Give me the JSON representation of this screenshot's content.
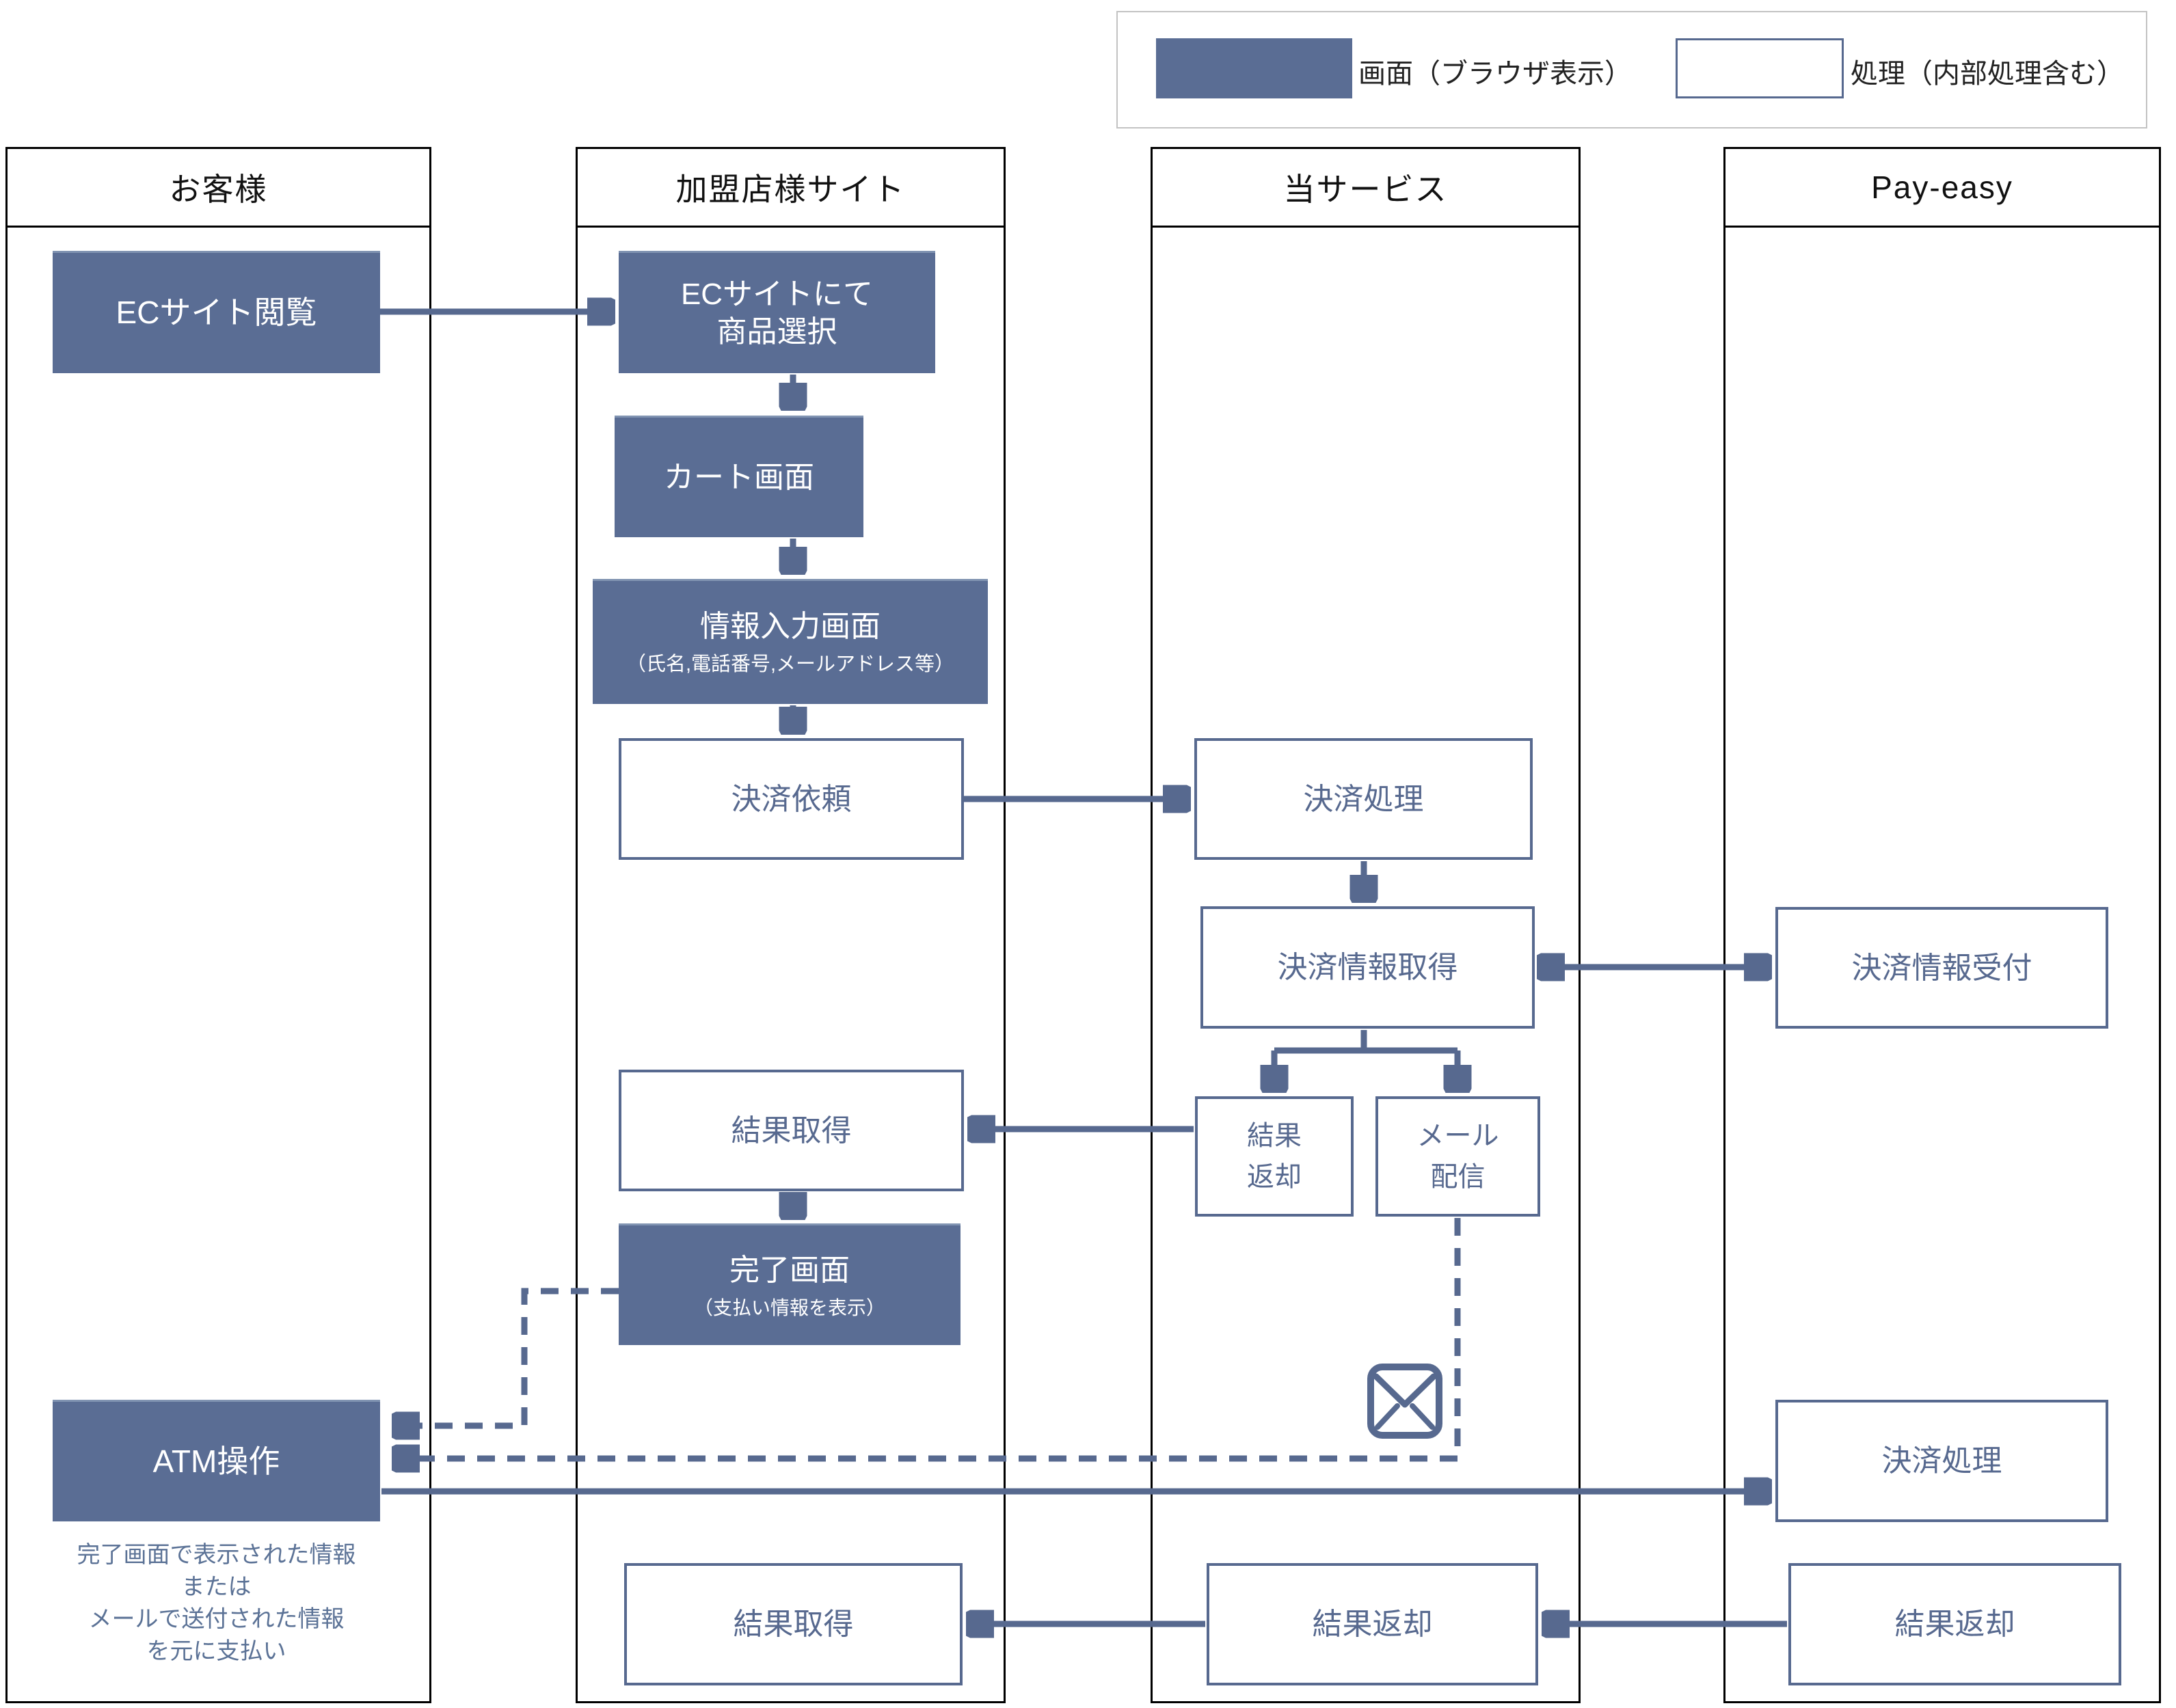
{
  "legend": {
    "screen_label": "画面（ブラウザ表示）",
    "process_label": "処理（内部処理含む）"
  },
  "lanes": {
    "customer": "お客様",
    "merchant": "加盟店様サイト",
    "service": "当サービス",
    "payeasy": "Pay-easy"
  },
  "boxes": {
    "ec_browse": {
      "label": "ECサイト閲覧"
    },
    "ec_select": {
      "line1": "ECサイトにて",
      "line2": "商品選択"
    },
    "cart": {
      "label": "カート画面"
    },
    "info_input": {
      "title": "情報入力画面",
      "subtitle": "（氏名,電話番号,メールアドレス等）"
    },
    "pay_request": {
      "label": "決済依頼"
    },
    "pay_process_svc": {
      "label": "決済処理"
    },
    "pay_info_get": {
      "label": "決済情報取得"
    },
    "pay_info_accept": {
      "label": "決済情報受付"
    },
    "result_get": {
      "label": "結果取得"
    },
    "result_return_sm": {
      "line1": "結果",
      "line2": "返却"
    },
    "mail_send_sm": {
      "line1": "メール",
      "line2": "配信"
    },
    "done_screen": {
      "title": "完了画面",
      "subtitle": "（支払い情報を表示）"
    },
    "atm": {
      "label": "ATM操作"
    },
    "pay_process_pe": {
      "label": "決済処理"
    },
    "result_get_btm": {
      "label": "結果取得"
    },
    "result_return_svc": {
      "label": "結果返却"
    },
    "result_return_pe": {
      "label": "結果返却"
    }
  },
  "note": {
    "line1": "完了画面で表示された情報",
    "line2": "または",
    "line3": "メールで送付された情報",
    "line4": "を元に支払い"
  },
  "colors": {
    "accent": "#57698f",
    "screen_fill": "#5a6d94",
    "lane_border": "#000000",
    "legend_border": "#c3c3c3",
    "note_text": "#5b7296"
  }
}
